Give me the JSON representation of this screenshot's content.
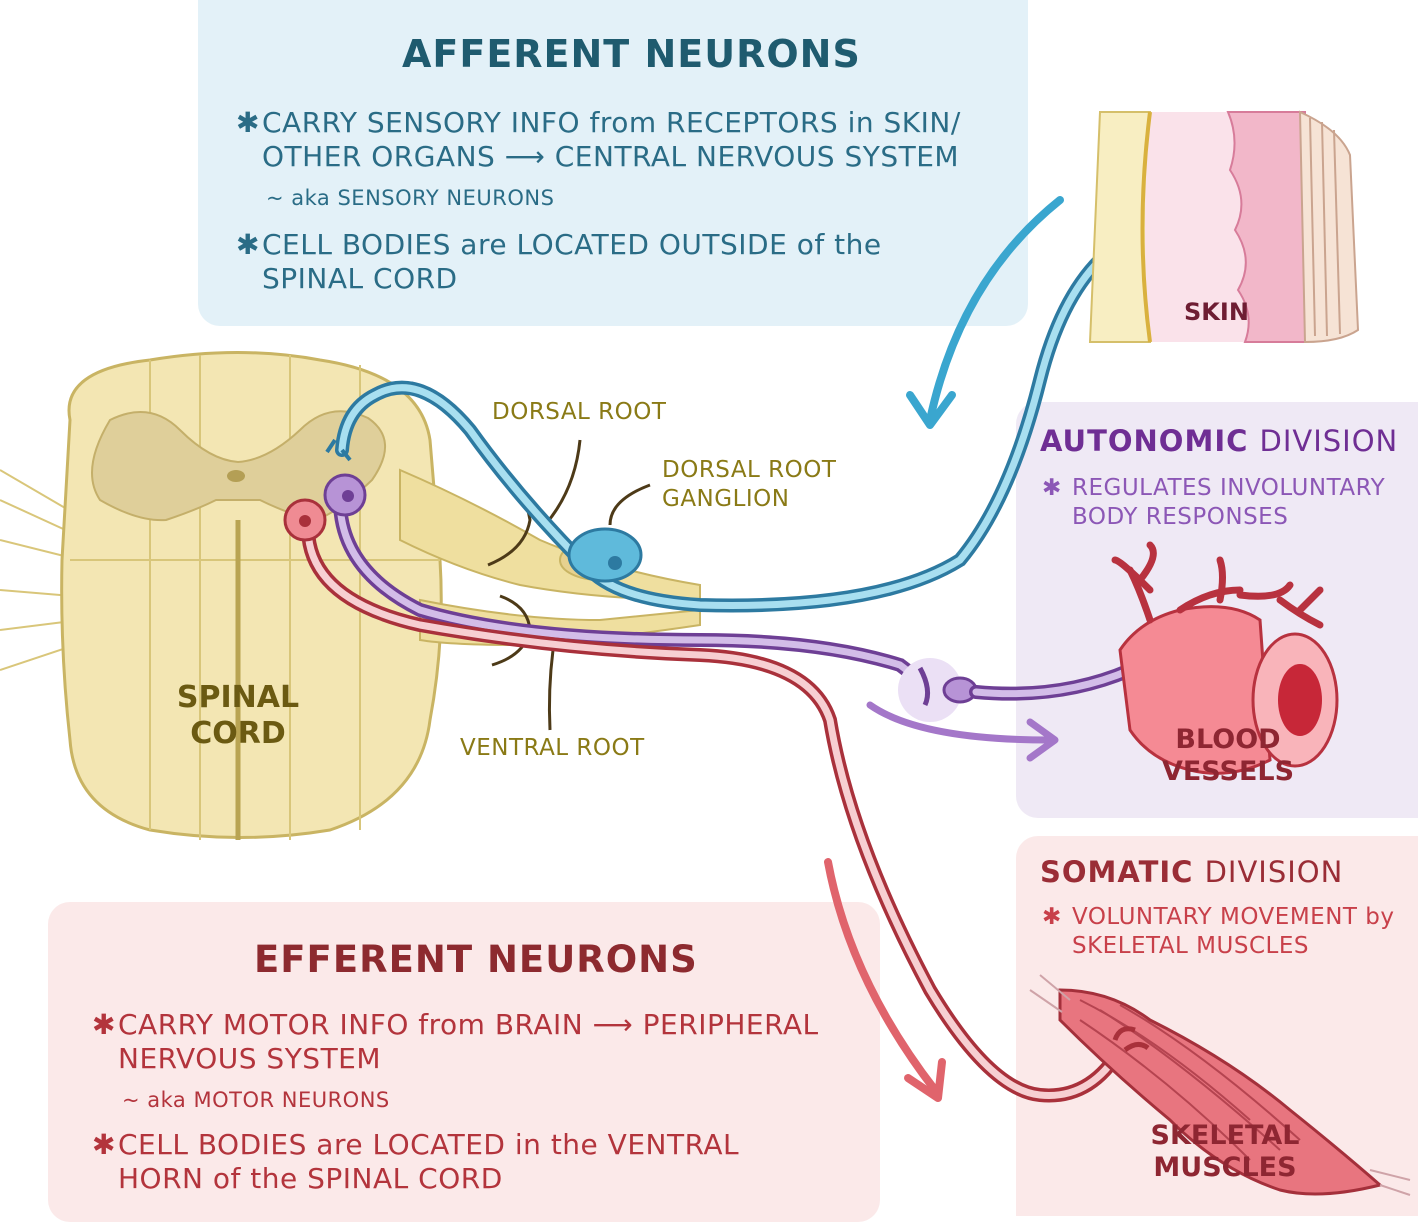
{
  "afferent": {
    "title": "AFFERENT NEURONS",
    "bullet1_line1": "CARRY SENSORY INFO from RECEPTORS in SKIN/",
    "bullet1_line2": "OTHER ORGANS ⟶ CENTRAL NERVOUS SYSTEM",
    "aka": "~ aka SENSORY NEURONS",
    "bullet2_line1": "CELL BODIES are LOCATED OUTSIDE of the",
    "bullet2_line2": "SPINAL CORD"
  },
  "efferent": {
    "title": "EFFERENT NEURONS",
    "bullet1_line1": "CARRY MOTOR INFO from BRAIN ⟶ PERIPHERAL",
    "bullet1_line2": "NERVOUS SYSTEM",
    "aka": "~ aka MOTOR NEURONS",
    "bullet2_line1": "CELL BODIES are LOCATED in the VENTRAL",
    "bullet2_line2": "HORN of the SPINAL CORD"
  },
  "autonomic": {
    "title_bold": "AUTONOMIC",
    "title_light": "DIVISION",
    "bullet_line1": "REGULATES INVOLUNTARY",
    "bullet_line2": "BODY RESPONSES",
    "organ_line1": "BLOOD",
    "organ_line2": "VESSELS"
  },
  "somatic": {
    "title_bold": "SOMATIC",
    "title_light": "DIVISION",
    "bullet_line1": "VOLUNTARY MOVEMENT by",
    "bullet_line2": "SKELETAL MUSCLES",
    "organ_line1": "SKELETAL",
    "organ_line2": "MUSCLES"
  },
  "labels": {
    "skin": "SKIN",
    "dorsal_root": "DORSAL ROOT",
    "dorsal_root_ganglion_line1": "DORSAL ROOT",
    "dorsal_root_ganglion_line2": "GANGLION",
    "ventral_root": "VENTRAL ROOT",
    "spinal_cord_line1": "SPINAL",
    "spinal_cord_line2": "CORD"
  },
  "bullet_marker": "✱",
  "colors": {
    "afferent": "#4aa6c4",
    "autonomic": "#a477c9",
    "efferent": "#e0646c",
    "spinal_cord": "#efe2ad",
    "skin": "#f7dbe5"
  }
}
